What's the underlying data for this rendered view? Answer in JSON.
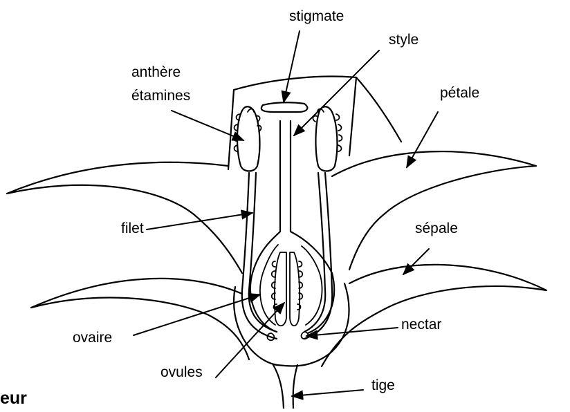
{
  "labels": {
    "stigmate": "stigmate",
    "style": "style",
    "anthere": "anthère",
    "etamines": "étamines",
    "petale": "pétale",
    "filet": "filet",
    "sepale": "sépale",
    "ovaire": "ovaire",
    "nectar": "nectar",
    "ovules": "ovules",
    "tige": "tige"
  },
  "caption": "eur"
}
